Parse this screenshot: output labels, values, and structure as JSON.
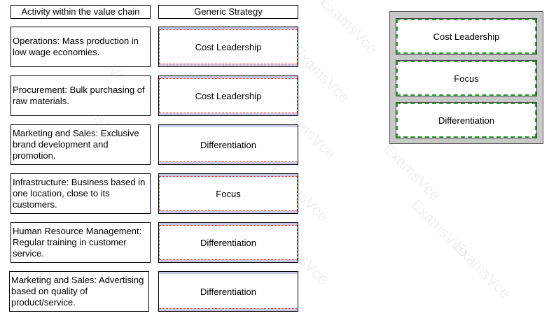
{
  "headers": {
    "activity": "Activity within the value chain",
    "strategy": "Generic Strategy"
  },
  "rows": [
    {
      "activity": "Operations: Mass production in low wage economies.",
      "strategy": "Cost Leadership"
    },
    {
      "activity": "Procurement: Bulk purchasing of raw materials.",
      "strategy": "Cost Leadership"
    },
    {
      "activity": "Marketing and Sales: Exclusive brand development and promotion.",
      "strategy": "Differentiation"
    },
    {
      "activity": "Infrastructure: Business based in one location, close to its customers.",
      "strategy": "Focus"
    },
    {
      "activity": "Human Resource Management: Regular training in customer service.",
      "strategy": "Differentiation"
    },
    {
      "activity": "Marketing and Sales: Advertising based on quality of product/service.",
      "strategy": "Differentiation"
    }
  ],
  "options": [
    "Cost Leadership",
    "Focus",
    "Differentiation"
  ],
  "watermark": "ExamsVce",
  "colors": {
    "drop_border": "#ff3333",
    "option_border": "#2ca02c",
    "panel_bg": "#c8c8c8",
    "slot_frame": "#c9c9e6"
  }
}
